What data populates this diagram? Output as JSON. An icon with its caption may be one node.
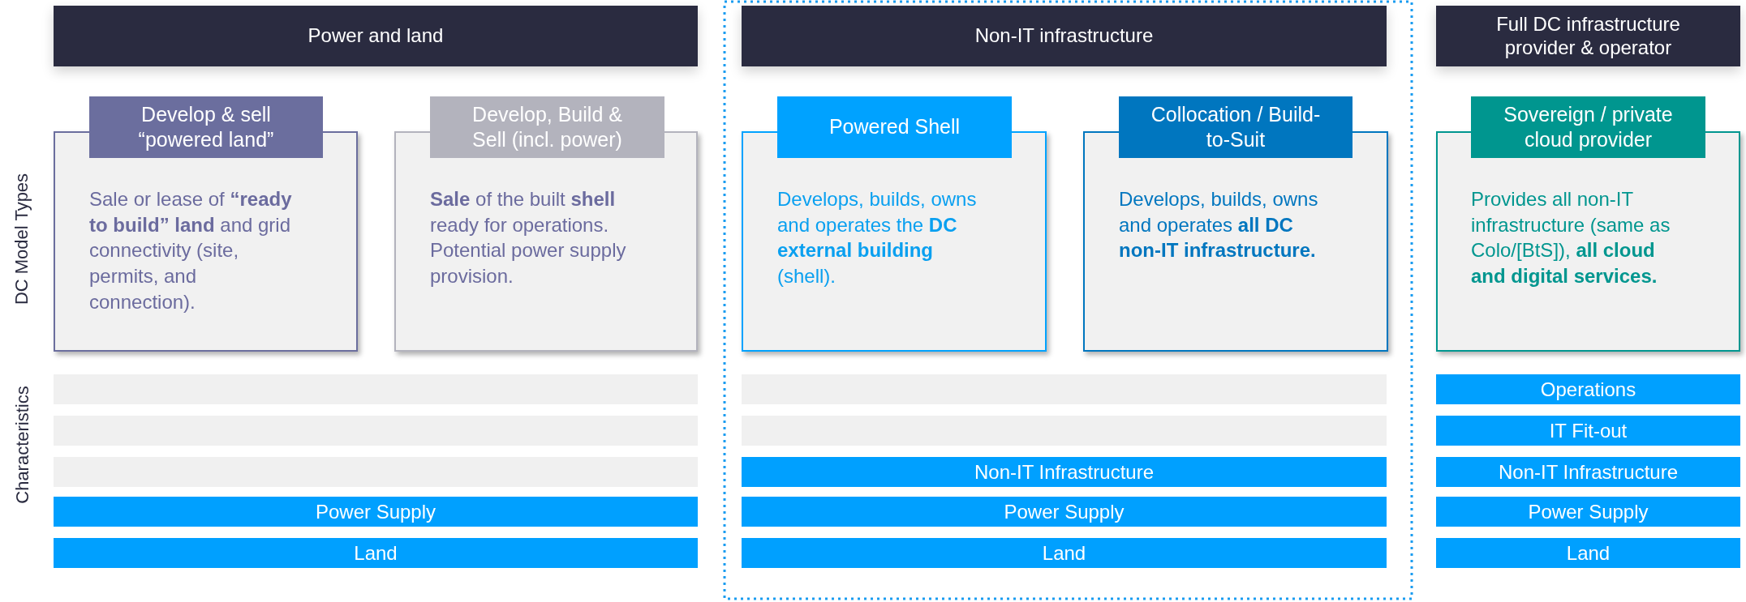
{
  "diagram": {
    "nodes": [
      {
        "text": [
          "Power and land"
        ]
      },
      {
        "text": [
          "Non-IT infrastructure"
        ]
      },
      {
        "text": [
          "Full DC  infrastructure provider & operator"
        ]
      },
      {
        "text": [
          "Develop & sell “powered land”",
          "Sale or lease of **“ready to build” land** and grid connectivity (site, permits, and connection)."
        ]
      },
      {
        "text": [
          "Develop, Build & Sell (incl. power)",
          "**Sale** of the built **shell** ready for operations. Potential power supply provision."
        ]
      },
      {
        "text": [
          "Powered Shell",
          "Develops, builds, owns and operates the **DC external building** (shell)."
        ]
      },
      {
        "text": [
          "Collocation / Build-to-Suit",
          "Develops, builds, owns and operates **all DC non-IT infrastructure.**"
        ]
      },
      {
        "text": [
          "Sovereign / private cloud provider",
          "Provides all non-IT infrastructure (same as Colo/[BtS]), **all cloud and digital services.**"
        ]
      },
      {
        "text": [],
        "shape": "bar"
      },
      {
        "text": [],
        "shape": "bar"
      },
      {
        "text": [
          "Operations"
        ]
      },
      {
        "text": [],
        "shape": "bar"
      },
      {
        "text": [],
        "shape": "bar"
      },
      {
        "text": [
          "IT Fit-out"
        ]
      },
      {
        "text": [],
        "shape": "bar"
      },
      {
        "text": [
          "Non-IT Infrastructure"
        ]
      },
      {
        "text": [
          "Non-IT Infrastructure"
        ]
      },
      {
        "text": [
          "Power Supply"
        ]
      },
      {
        "text": [
          "Power Supply"
        ]
      },
      {
        "text": [
          "Power Supply"
        ]
      },
      {
        "text": [
          "Land"
        ]
      },
      {
        "text": [
          "Land"
        ]
      },
      {
        "text": [
          "Land"
        ]
      }
    ],
    "labels": [
      "DC Model Types",
      "Characteristics"
    ]
  }
}
